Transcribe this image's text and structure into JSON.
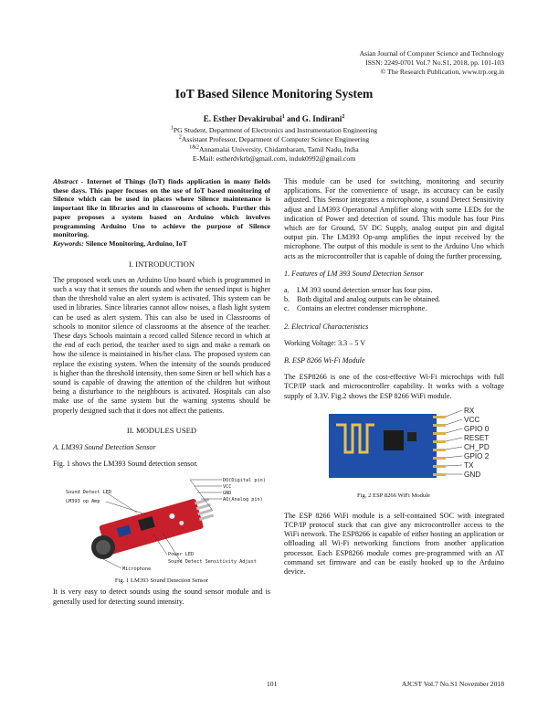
{
  "header": {
    "journal": "Asian Journal of Computer Science and Technology",
    "issn": "ISSN: 2249-0701 Vol.7 No.S1, 2018, pp. 101-103",
    "publisher": "© The Research Publication, www.trp.org.in"
  },
  "title": "IoT Based Silence Monitoring System",
  "authors": {
    "a1": "E. Esther Devakirubai",
    "s1": "1",
    "and": " and ",
    "a2": "G. Indirani",
    "s2": "2"
  },
  "affiliations": {
    "l1_sup": "1",
    "l1": "PG Student, Department of Electronics and Instrumentation Engineering",
    "l2_sup": "2",
    "l2": "Assistant Professor, Department of Computer Science Engineering",
    "l3_sup": "1&2",
    "l3": "Annamalai University, Chidambaram, Tamil Nadu, India",
    "l4": "E-Mail: estherdvkrb@gmail.com, induk0992@gmail.com"
  },
  "abstract": {
    "label": "Abstract",
    "text": " - Internet of Things (IoT) finds application in many fields these days. This paper focuses on the use of IoT based monitoring of Silence which can be used in places where Silence maintenance is important like in libraries and in classrooms of schools. Further this paper proposes a system based on Arduino which involves programming Arduino Uno to achieve the purpose of Silence monitoring.",
    "kw_label": "Keywords:",
    "kw_text": " Silence Monitoring, Arduino, IoT"
  },
  "intro": {
    "heading": "I. INTRODUCTION",
    "text": "The proposed work uses an Arduino Uno board which is programmed in such a way that it senses the sounds and when the sensed input is higher than the threshold value an alert system is activated. This system can be used in libraries. Since libraries cannot allow noises, a flash light system can be used as alert system. This can also be used in Classrooms of schools to monitor silence of classrooms at the absence of the teacher. These days Schools maintain a record called Silence record in which at the end of each period, the teacher used to sign and make a remark on how the silence is maintained in his/her class. The proposed system can replace the existing system. When the intensity of the sounds produced is higher than the threshold intensity, then some Siren or bell which has a sound is capable of drawing the attention of the children but without being a disturbance to the neighbours is activated. Hospitals can also make use of the same system but the warning systems should be properly designed such that it does not affect the patients."
  },
  "modules": {
    "heading": "II. MODULES USED",
    "sub_a": "A. LM393 Sound Detection Sensor",
    "fig1_intro": "Fig. 1 shows the LM393 Sound detection sensor.",
    "fig1_labels": {
      "do": "DO(Digital pin)",
      "vcc": "VCC",
      "gnd": "GND",
      "ao": "AO(Analog pin)",
      "led": "Sound Detect LED",
      "amp": "LM393 op Amp",
      "power": "Power LED",
      "adjust": "Sound Detect Sensitivity Adjust",
      "mic": "Microphone"
    },
    "fig1_caption": "Fig. 1 LM393 Sound Detection Sensor",
    "after_fig1": "It is very easy to detect sounds using the sound sensor module and is generally used for detecting sound intensity."
  },
  "right": {
    "p1": "This module can be used for switching, monitoring and security applications. For the convenience of usage, its accuracy can be easily adjusted. This Sensor integrates a microphone, a sound Detect Sensitivity adjust and LM393 Operational Amplifier along with some LEDs for the indication of Power and detection of sound. This module has four Pins which are for Ground, 5V DC Supply, analog output pin and digital output pin. The LM393 Op-amp amplifies the input received by the microphone. The output of this module is sent to the Arduino Uno which acts as the microcontroller that is capable of doing the further processing.",
    "sub1": "1. Features of LM 393 Sound Detection Sensor",
    "features": [
      {
        "m": "a.",
        "t": "LM 393 sound detection sensor has four pins."
      },
      {
        "m": "b.",
        "t": "Both digital and analog outputs can be obtained."
      },
      {
        "m": "c.",
        "t": "Contains an electret condenser microphone."
      }
    ],
    "sub2": "2. Electrical Characteristics",
    "voltage": "Working Voltage: 3.3 – 5 V",
    "subB": "B. ESP 8266 Wi-Fi Module",
    "p2": "The ESP8266 is one of the cost-effective Wi-Fi microchips with full TCP/IP stack and microcontroller capability. It works with a voltage supply of 3.3V. Fig.2 shows the ESP 8266 WiFi module.",
    "pins": [
      "RX",
      "VCC",
      "GPIO 0",
      "RESET",
      "CH_PD",
      "GPIO 2",
      "TX",
      "GND"
    ],
    "fig2_caption": "Fig. 2 ESP 8266 WiFi Module",
    "p3": "The ESP 8266 WiFi module is a self-contained SOC with integrated TCP/IP protocol stack that can give any microcontroller access to the WiFi network. The ESP8266 is capable of either hosting an application or offloading all Wi-Fi networking functions from another application processor. Each ESP8266 module comes pre-programmed with an AT command set firmware and can be easily hooked up to the Arduino device."
  },
  "footer": {
    "page": "101",
    "right": "AJCST Vol.7 No.S1 November 2018"
  },
  "colors": {
    "pcb_red": "#c8202a",
    "esp_blue": "#1f4fa8",
    "pin_label": "#222222"
  }
}
